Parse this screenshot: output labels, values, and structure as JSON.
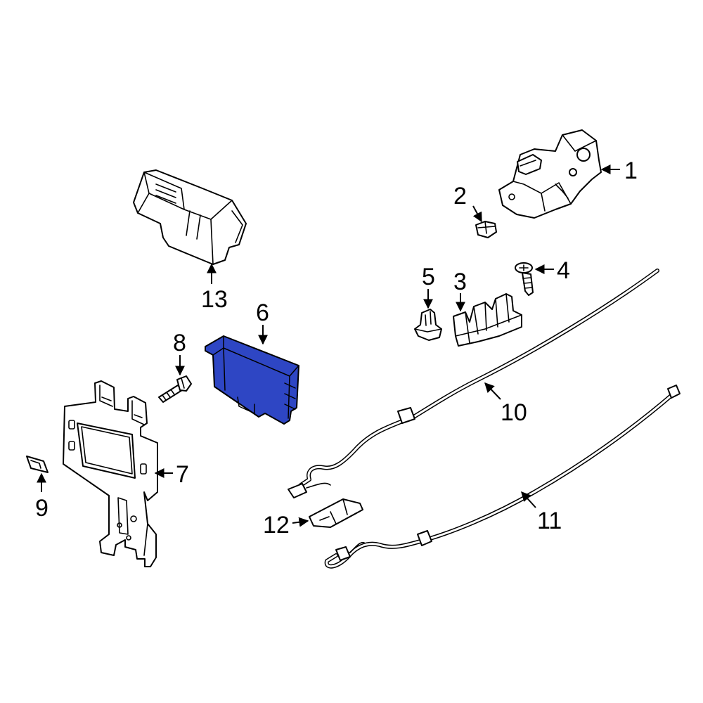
{
  "callouts": {
    "p1": "1",
    "p2": "2",
    "p3": "3",
    "p4": "4",
    "p5": "5",
    "p6": "6",
    "p7": "7",
    "p8": "8",
    "p9": "9",
    "p10": "10",
    "p11": "11",
    "p12": "12",
    "p13": "13"
  },
  "colors": {
    "highlight": "#2e46c4",
    "line": "#000000",
    "background": "#ffffff"
  }
}
